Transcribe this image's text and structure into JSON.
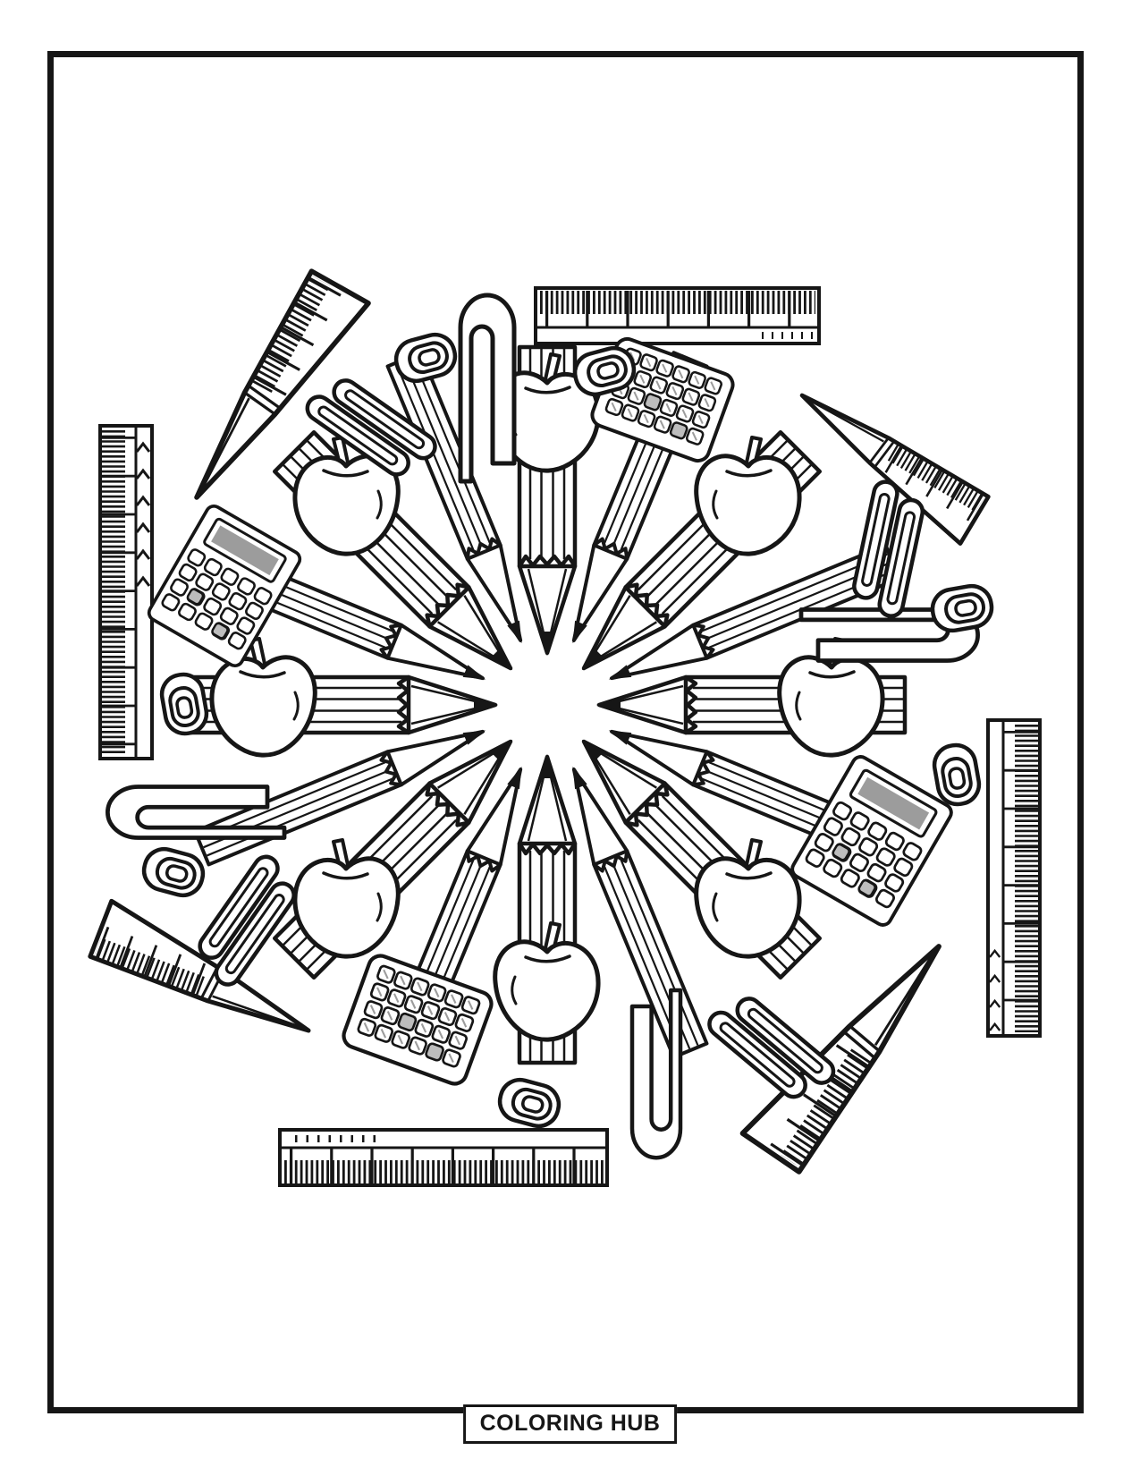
{
  "page": {
    "footer_label": "COLORING HUB"
  },
  "palette": {
    "ink": "#161616",
    "paper": "#ffffff",
    "display_gray": "#9c9c9c",
    "key_gray": "#bdbdbd"
  },
  "illustration": {
    "description": "black-and-white school supplies mandala coloring page",
    "center_motif": "sixteen pencils pointing inward to a white rosette",
    "items": [
      {
        "name": "pencil",
        "count": 16
      },
      {
        "name": "apple",
        "count": 8
      },
      {
        "name": "calculator-with-display",
        "count": 2
      },
      {
        "name": "calculator-keypad",
        "count": 2
      },
      {
        "name": "straight-ruler",
        "count": 4
      },
      {
        "name": "pointed-ruler",
        "count": 4
      },
      {
        "name": "paperclip-large",
        "count": 4
      },
      {
        "name": "paperclip-double",
        "count": 4
      },
      {
        "name": "paperclip-small",
        "count": 7
      }
    ]
  }
}
